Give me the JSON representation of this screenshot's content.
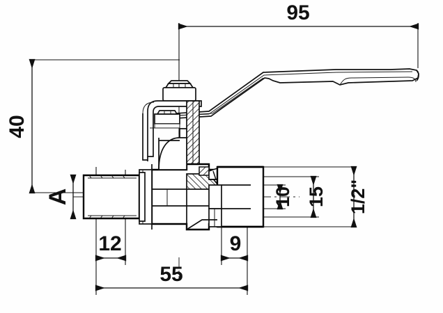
{
  "drawing": {
    "type": "technical-dimension-drawing",
    "subject": "ball valve with lever handle, male-female threaded ends",
    "units": "mm (except thread size in inches)",
    "background_color": "#fefefe",
    "line_color": "#111111"
  },
  "dimensions": {
    "overall_length_handle": {
      "label": "95",
      "orientation": "horizontal",
      "position": "top"
    },
    "height_to_handle": {
      "label": "40",
      "orientation": "vertical-rotated",
      "position": "left"
    },
    "body_length": {
      "label": "55",
      "orientation": "horizontal",
      "position": "bottom"
    },
    "male_thread_length": {
      "label": "12",
      "orientation": "horizontal",
      "position": "bottom-left"
    },
    "female_thread_depth": {
      "label": "9",
      "orientation": "horizontal",
      "position": "bottom-right"
    },
    "bore_diameter": {
      "label": "10",
      "orientation": "vertical-rotated",
      "position": "right"
    },
    "seat_diameter": {
      "label": "15",
      "orientation": "vertical-rotated",
      "position": "right"
    },
    "thread_size": {
      "label": "1/2\"",
      "orientation": "vertical-rotated",
      "position": "far-right"
    },
    "section_marker": {
      "label": "A",
      "orientation": "vertical-rotated",
      "position": "left-of-body"
    }
  },
  "callouts": [
    {
      "name": "dim-95",
      "value": "95"
    },
    {
      "name": "dim-40",
      "value": "40"
    },
    {
      "name": "dim-55",
      "value": "55"
    },
    {
      "name": "dim-12",
      "value": "12"
    },
    {
      "name": "dim-9",
      "value": "9"
    },
    {
      "name": "dim-10",
      "value": "10"
    },
    {
      "name": "dim-15",
      "value": "15"
    },
    {
      "name": "dim-half-inch",
      "value": "1/2\""
    },
    {
      "name": "label-a",
      "value": "A"
    }
  ]
}
